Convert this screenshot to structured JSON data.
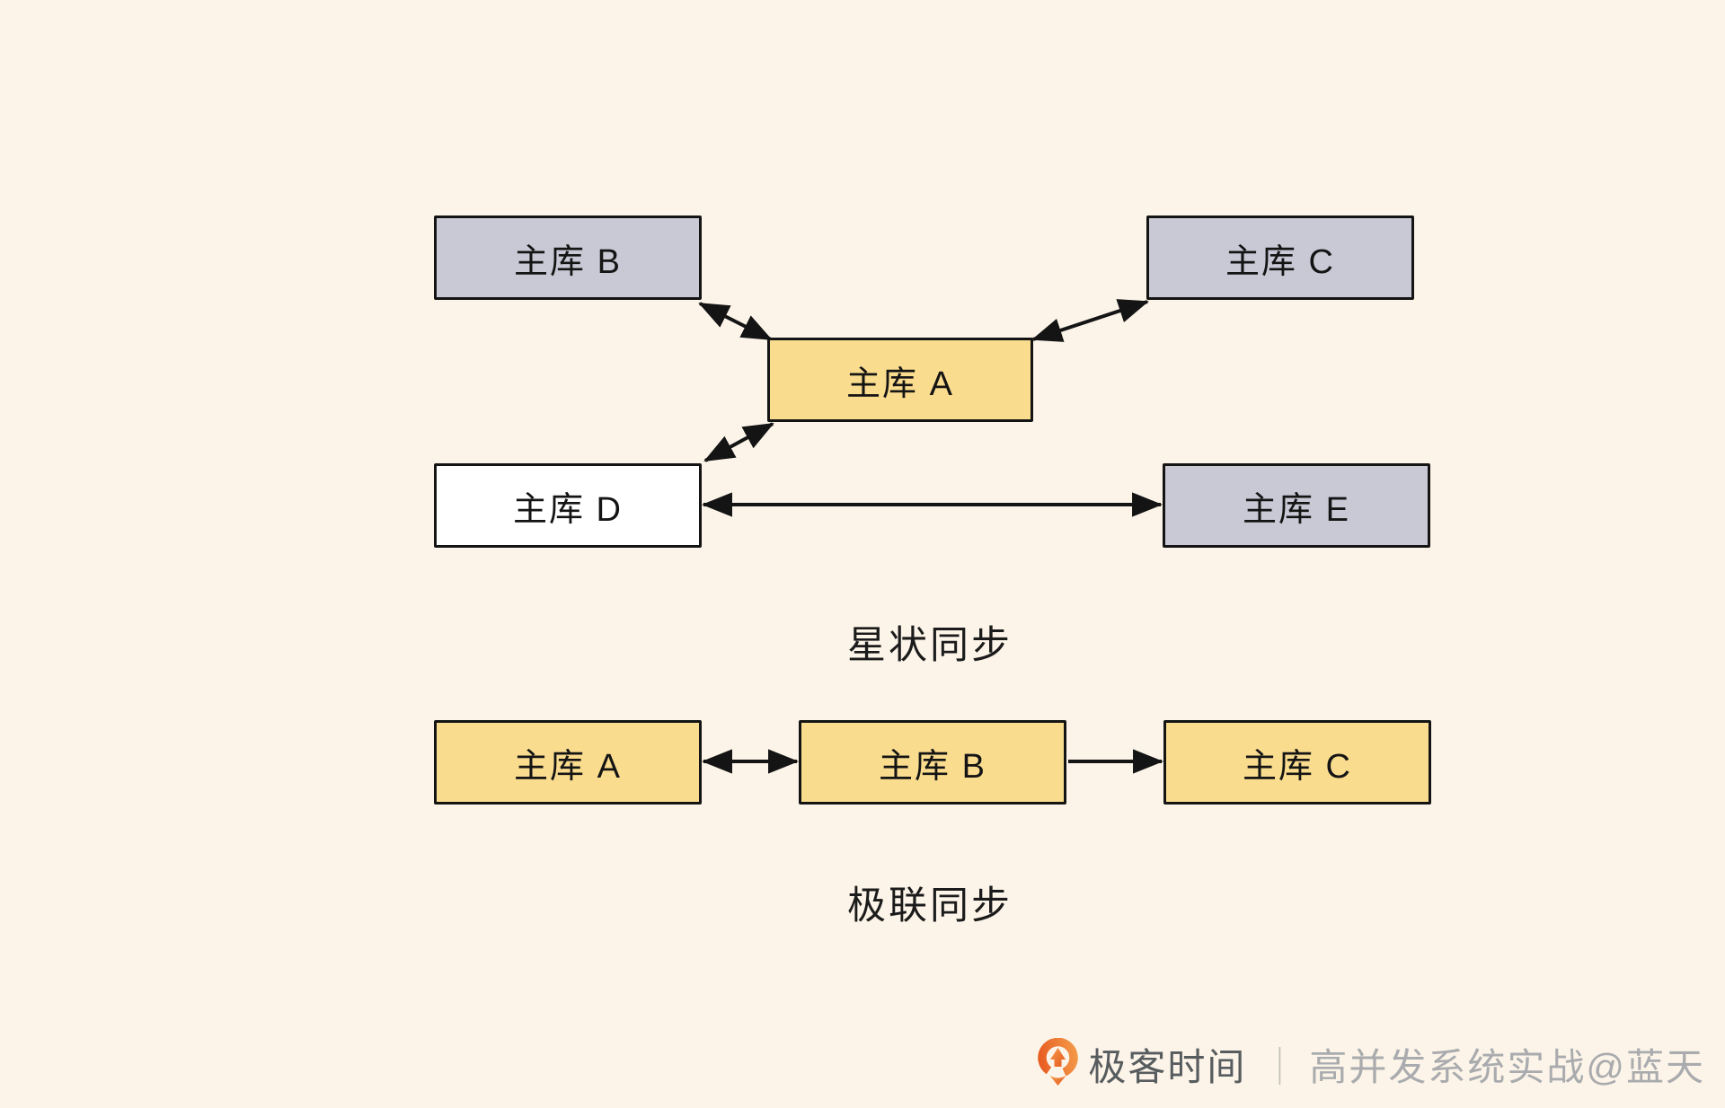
{
  "colors": {
    "background": "#FCF4E8",
    "node_yellow": "#FADC8F",
    "node_lavender": "#C9C9D6",
    "node_white": "#FFFFFF",
    "arrow": "#141414",
    "logo_orange_light": "#F49D4B",
    "logo_orange_dark": "#E6571E"
  },
  "diagrams": {
    "star": {
      "caption": "星状同步",
      "nodes": [
        {
          "id": "b",
          "label": "主库 B",
          "fill": "node_lavender"
        },
        {
          "id": "c",
          "label": "主库 C",
          "fill": "node_lavender"
        },
        {
          "id": "a",
          "label": "主库 A",
          "fill": "node_yellow"
        },
        {
          "id": "d",
          "label": "主库 D",
          "fill": "node_white"
        },
        {
          "id": "e",
          "label": "主库 E",
          "fill": "node_lavender"
        }
      ],
      "edges": [
        {
          "from": "主库 B",
          "to": "主库 A",
          "direction": "bidirectional"
        },
        {
          "from": "主库 C",
          "to": "主库 A",
          "direction": "bidirectional"
        },
        {
          "from": "主库 A",
          "to": "主库 D",
          "direction": "bidirectional"
        },
        {
          "from": "主库 D",
          "to": "主库 E",
          "direction": "bidirectional"
        }
      ]
    },
    "cascade": {
      "caption": "极联同步",
      "nodes": [
        {
          "id": "a",
          "label": "主库 A",
          "fill": "node_yellow"
        },
        {
          "id": "b",
          "label": "主库 B",
          "fill": "node_yellow"
        },
        {
          "id": "c",
          "label": "主库 C",
          "fill": "node_yellow"
        }
      ],
      "edges": [
        {
          "from": "主库 A",
          "to": "主库 B",
          "direction": "bidirectional"
        },
        {
          "from": "主库 B",
          "to": "主库 C",
          "direction": "forward"
        }
      ]
    }
  },
  "footer": {
    "brand": "极客时间",
    "separator": "｜",
    "credit": "高并发系统实战@蓝天"
  }
}
